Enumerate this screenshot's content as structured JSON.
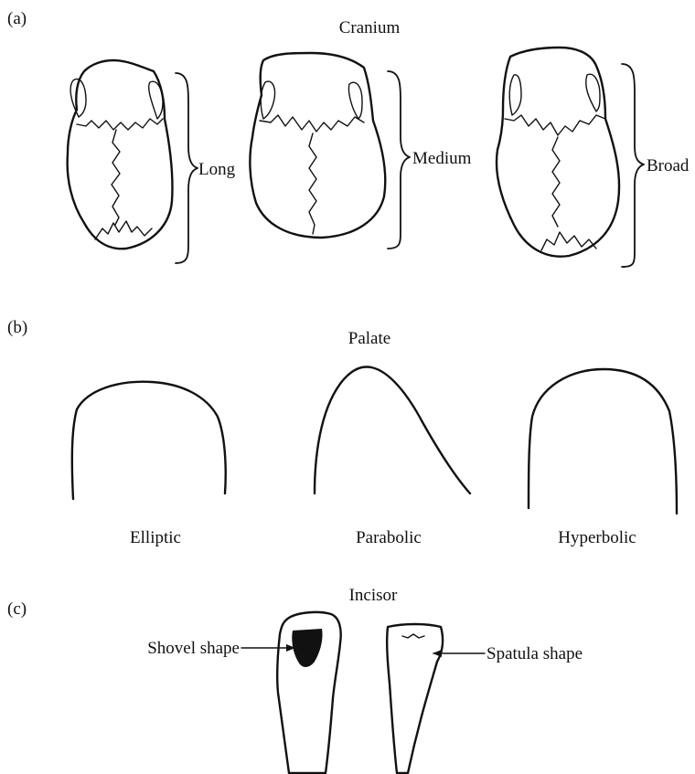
{
  "panel_a": {
    "tag": "(a)",
    "title": "Cranium",
    "shapes": [
      "Long",
      "Medium",
      "Broad"
    ]
  },
  "panel_b": {
    "tag": "(b)",
    "title": "Palate",
    "shapes": [
      "Elliptic",
      "Parabolic",
      "Hyperbolic"
    ]
  },
  "panel_c": {
    "tag": "(c)",
    "title": "Incisor",
    "shapes": [
      "Shovel shape",
      "Spatula shape"
    ]
  }
}
